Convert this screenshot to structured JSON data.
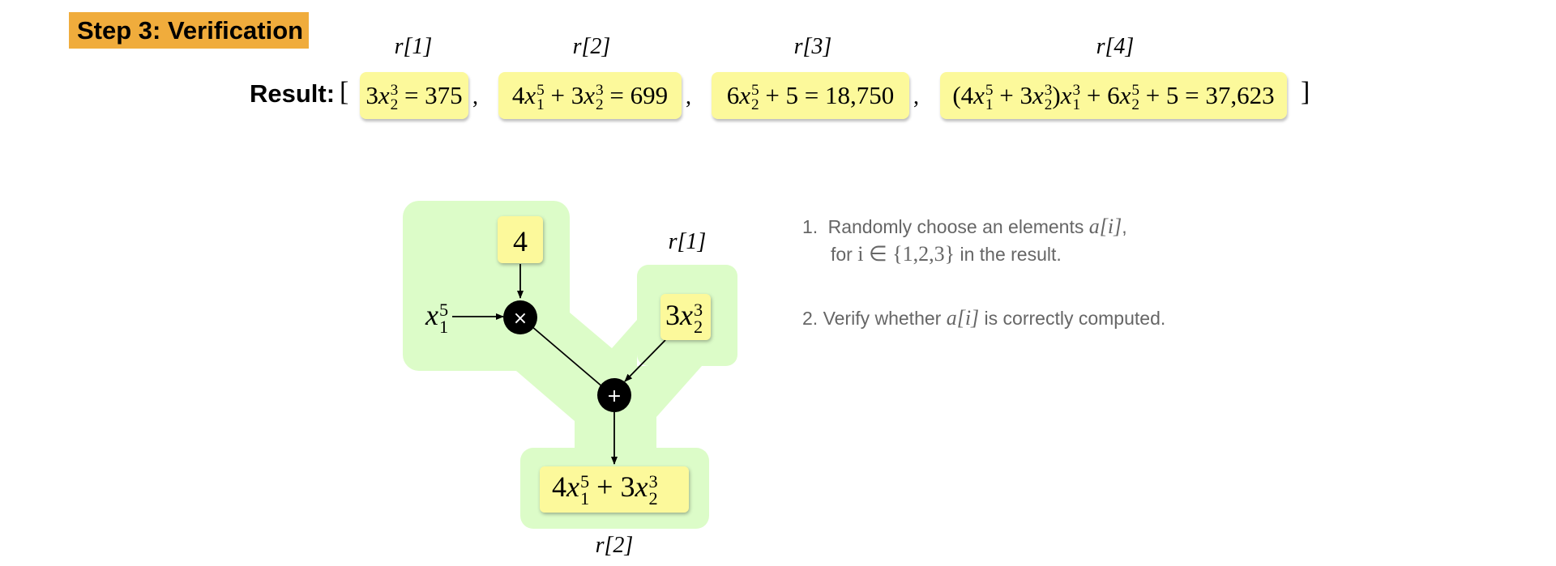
{
  "header": {
    "step_title": "Step 3: Verification"
  },
  "result": {
    "label": "Result:",
    "open_bracket": "[",
    "close_bracket": "]",
    "comma": ",",
    "labels": [
      "r[1]",
      "r[2]",
      "r[3]",
      "r[4]"
    ],
    "values": [
      "375",
      "699",
      "18,750",
      "37,623"
    ]
  },
  "diagram": {
    "const_node": "4",
    "multiply_symbol": "×",
    "add_symbol": "+",
    "label_r1": "r[1]",
    "label_r2": "r[2]",
    "colors": {
      "highlight": "#dcfcc8",
      "box": "#fcf99b",
      "op": "#000000"
    }
  },
  "instructions": {
    "step1_num": "1.",
    "step1_prefix": "Randomly choose an elements ",
    "step1_var": "a[i]",
    "step1_suffix": ",",
    "step1_line2_prefix": "for ",
    "step1_set": "i ∈ {1,2,3}",
    "step1_line2_suffix": " in the result.",
    "step2_prefix": "2. Verify whether ",
    "step2_var": "a[i]",
    "step2_suffix": " is correctly computed."
  }
}
